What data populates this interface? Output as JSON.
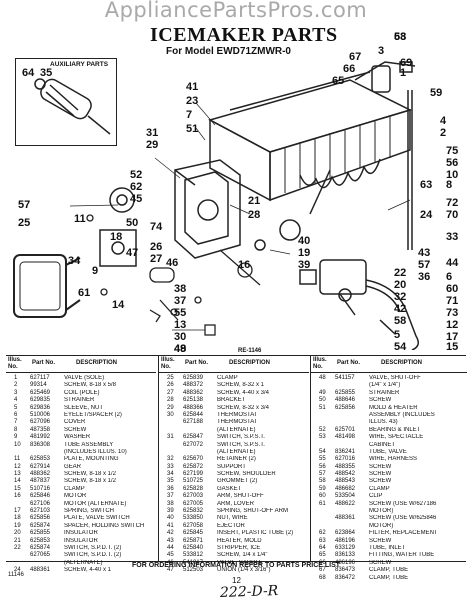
{
  "watermark": "AppliancePartsPros.com",
  "title": "ICEMAKER PARTS",
  "model": "For Model EWD71ZMWR-0",
  "aux_label": "AUXILIARY PARTS",
  "reference": "RE-1146",
  "callouts": [
    "68",
    "3",
    "67",
    "66",
    "65",
    "69",
    "1",
    "59",
    "4",
    "2",
    "41",
    "23",
    "31",
    "7",
    "75",
    "56",
    "29",
    "51",
    "10",
    "8",
    "63",
    "52",
    "24",
    "72",
    "70",
    "57",
    "62",
    "45",
    "21",
    "28",
    "50",
    "40",
    "19",
    "39",
    "38",
    "37",
    "55",
    "13",
    "30",
    "18",
    "47",
    "26",
    "27",
    "34",
    "9",
    "46",
    "61",
    "35",
    "64",
    "49",
    "48",
    "22",
    "20",
    "32",
    "42",
    "58",
    "5",
    "54",
    "43",
    "57",
    "36",
    "33",
    "44",
    "6",
    "60",
    "71",
    "73",
    "12",
    "17",
    "15",
    "14",
    "11",
    "16",
    "25",
    "74",
    "53"
  ],
  "table": {
    "headers": {
      "no": "Illus. No.",
      "part": "Part No.",
      "desc": "DESCRIPTION"
    },
    "columns": [
      [
        [
          "1",
          "627117",
          "VALVE (SOLE)"
        ],
        [
          "2",
          "99314",
          "SCREW, 8-18 x 5/8"
        ],
        [
          "3",
          "625469",
          "COIL (POLE)"
        ],
        [
          "4",
          "629835",
          "STRAINER"
        ],
        [
          "5",
          "629836",
          "SLEEVE, NUT"
        ],
        [
          "6",
          "510006",
          "EYELET/SPACER (2)"
        ],
        [
          "7",
          "627096",
          "COVER"
        ],
        [
          "8",
          "487358",
          "SCREW"
        ],
        [
          "9",
          "481992",
          "WASHER"
        ],
        [
          "10",
          "836308",
          "TUBE ASSEMBLY"
        ],
        [
          "",
          "",
          "(INCLUDES ILLUS. 10)"
        ],
        [
          "11",
          "625853",
          "PLATE, MOUNTING"
        ],
        [
          "12",
          "627914",
          "GEAR"
        ],
        [
          "13",
          "488362",
          "SCREW, 8-18 x 1/2"
        ],
        [
          "14",
          "487837",
          "SCREW, 8-18 x 1/2"
        ],
        [
          "15",
          "510716",
          "CLAMP"
        ],
        [
          "16",
          "625846",
          "MOTOR"
        ],
        [
          "",
          "627106",
          "MOTOR (ALTERNATE)"
        ],
        [
          "17",
          "627103",
          "SPRING, SWITCH"
        ],
        [
          "18",
          "625856",
          "PLATE, VALVE SWITCH"
        ],
        [
          "19",
          "625874",
          "SPACER, HOLDING SWITCH"
        ],
        [
          "20",
          "625855",
          "INSULATOR"
        ],
        [
          "21",
          "625853",
          "INSULATOR"
        ],
        [
          "22",
          "625874",
          "SWITCH, S.P.D.T. (2)"
        ],
        [
          "",
          "627065",
          "SWITCH, S.P.D.T. (2)"
        ],
        [
          "",
          "",
          "(ALTERNATE)"
        ],
        [
          "24",
          "488361",
          "SCREW, 4-40 x 1"
        ]
      ],
      [
        [
          "25",
          "625839",
          "CLAMP"
        ],
        [
          "26",
          "488372",
          "SCREW, 8-32 x 1"
        ],
        [
          "27",
          "488362",
          "SCREW, 4-40 x 3/4"
        ],
        [
          "28",
          "625138",
          "BRACKET"
        ],
        [
          "29",
          "488366",
          "SCREW, 8-32 x 3/4"
        ],
        [
          "30",
          "625844",
          "THERMOSTAT"
        ],
        [
          "",
          "627188",
          "THERMOSTAT"
        ],
        [
          "",
          "",
          "(ALTERNATE)"
        ],
        [
          "31",
          "625847",
          "SWITCH, S.P.S.T."
        ],
        [
          "",
          "627072",
          "SWITCH, S.P.S.T."
        ],
        [
          "",
          "",
          "(ALTERNATE)"
        ],
        [
          "32",
          "625670",
          "RETAINER (2)"
        ],
        [
          "33",
          "625872",
          "SUPPORT"
        ],
        [
          "34",
          "627199",
          "SCREW, SHOULDER"
        ],
        [
          "35",
          "510725",
          "GROMMET (2)"
        ],
        [
          "36",
          "625828",
          "GASKET"
        ],
        [
          "37",
          "627003",
          "ARM, SHUT-OFF"
        ],
        [
          "38",
          "627005",
          "ARM, LOVER"
        ],
        [
          "39",
          "625832",
          "SPRING, SHUT-OFF ARM"
        ],
        [
          "40",
          "533850",
          "NUT, WIRE"
        ],
        [
          "41",
          "627058",
          "EJECTOR"
        ],
        [
          "42",
          "625845",
          "INSERT, PLASTIC TUBE (2)"
        ],
        [
          "43",
          "625871",
          "HEATER, MOLD"
        ],
        [
          "44",
          "625840",
          "STRIPPER, ICE"
        ],
        [
          "45",
          "533812",
          "SCREW, 1/4 x 1/4\""
        ],
        [
          "46",
          "541017",
          "VALVE, SADDLE"
        ],
        [
          "47",
          "512503",
          "UNION (1/4 x 3/16\")"
        ]
      ],
      [
        [
          "48",
          "541157",
          "VALVE, SHUT-OFF"
        ],
        [
          "",
          "",
          "(1/4\" x 1/4\")"
        ],
        [
          "49",
          "625855",
          "STRAINER"
        ],
        [
          "50",
          "488646",
          "SCREW"
        ],
        [
          "51",
          "625856",
          "MOLD & HEATER"
        ],
        [
          "",
          "",
          "ASSEMBLY (INCLUDES"
        ],
        [
          "",
          "",
          "ILLUS. 43)"
        ],
        [
          "52",
          "625701",
          "BEARING & INLET"
        ],
        [
          "53",
          "481498",
          "WIRE, SPECTACLE"
        ],
        [
          "",
          "",
          "CABINET"
        ],
        [
          "54",
          "836241",
          "TUBE, VALVE"
        ],
        [
          "55",
          "627016",
          "WIRE, HARNESS"
        ],
        [
          "56",
          "488355",
          "SCREW"
        ],
        [
          "57",
          "488542",
          "SCREW"
        ],
        [
          "58",
          "488543",
          "SCREW"
        ],
        [
          "59",
          "486682",
          "CLAMP"
        ],
        [
          "60",
          "533504",
          "CLIP"
        ],
        [
          "61",
          "488622",
          "SCREW (USE W/627186"
        ],
        [
          "",
          "",
          "MOTOR)"
        ],
        [
          "",
          "488361",
          "SCREW (USE W/625846"
        ],
        [
          "",
          "",
          "MOTOR)"
        ],
        [
          "62",
          "623864",
          "FILTER, REPLACEMENT"
        ],
        [
          "63",
          "486196",
          "SCREW"
        ],
        [
          "64",
          "633129",
          "TUBE, INLET"
        ],
        [
          "65",
          "836133",
          "FITTING, WATER TUBE"
        ],
        [
          "66",
          "486196",
          "SCREW"
        ],
        [
          "67",
          "836473",
          "CLAMP, TUBE"
        ],
        [
          "68",
          "836472",
          "CLAMP, TUBE"
        ]
      ]
    ]
  },
  "footer": "FOR ORDERING INFORMATION REFER TO PARTS PRICE LIST",
  "page_number": "12",
  "corner_code": "11146",
  "handwritten": "222-D-R"
}
